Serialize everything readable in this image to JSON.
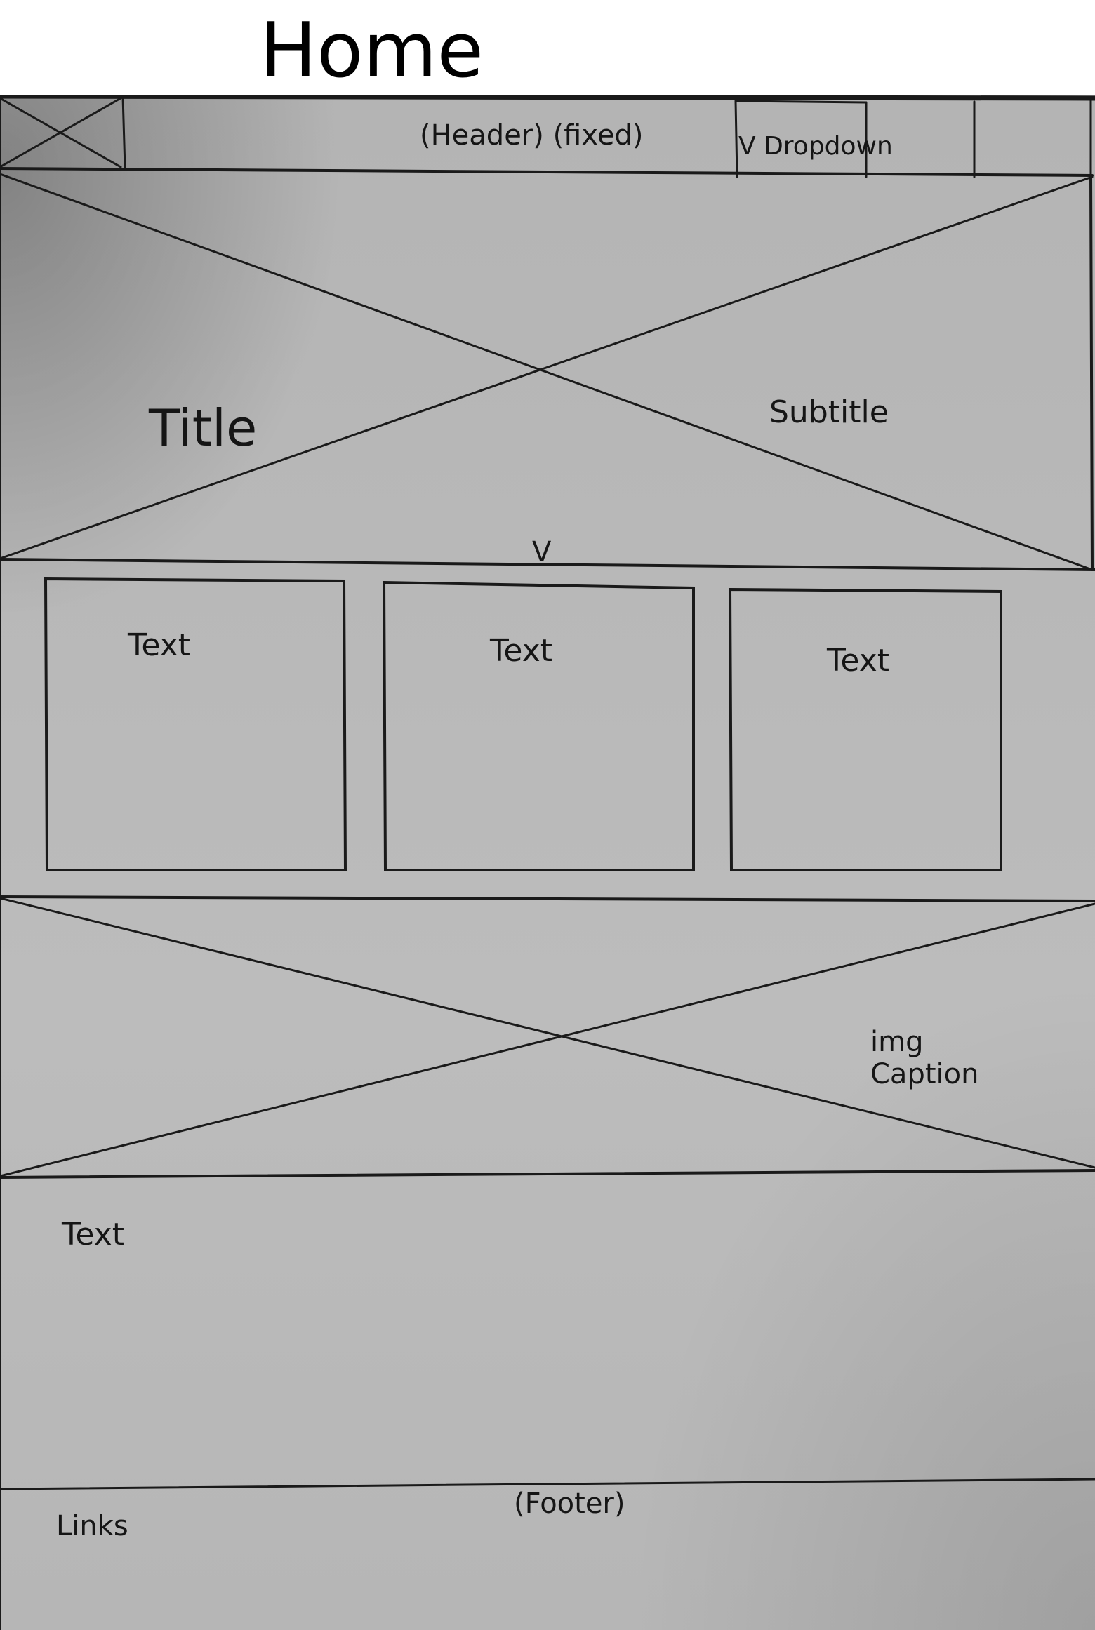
{
  "page_heading": "Home",
  "header": {
    "label": "(Header) (fixed)",
    "dropdown_label": "V Dropdown"
  },
  "hero": {
    "title": "Title",
    "subtitle": "Subtitle",
    "scroll_indicator": "V"
  },
  "cards": [
    {
      "text": "Text"
    },
    {
      "text": "Text"
    },
    {
      "text": "Text"
    }
  ],
  "image_section": {
    "caption": "img\nCaption"
  },
  "text_section": {
    "text": "Text"
  },
  "footer": {
    "label": "(Footer)",
    "links": "Links"
  }
}
